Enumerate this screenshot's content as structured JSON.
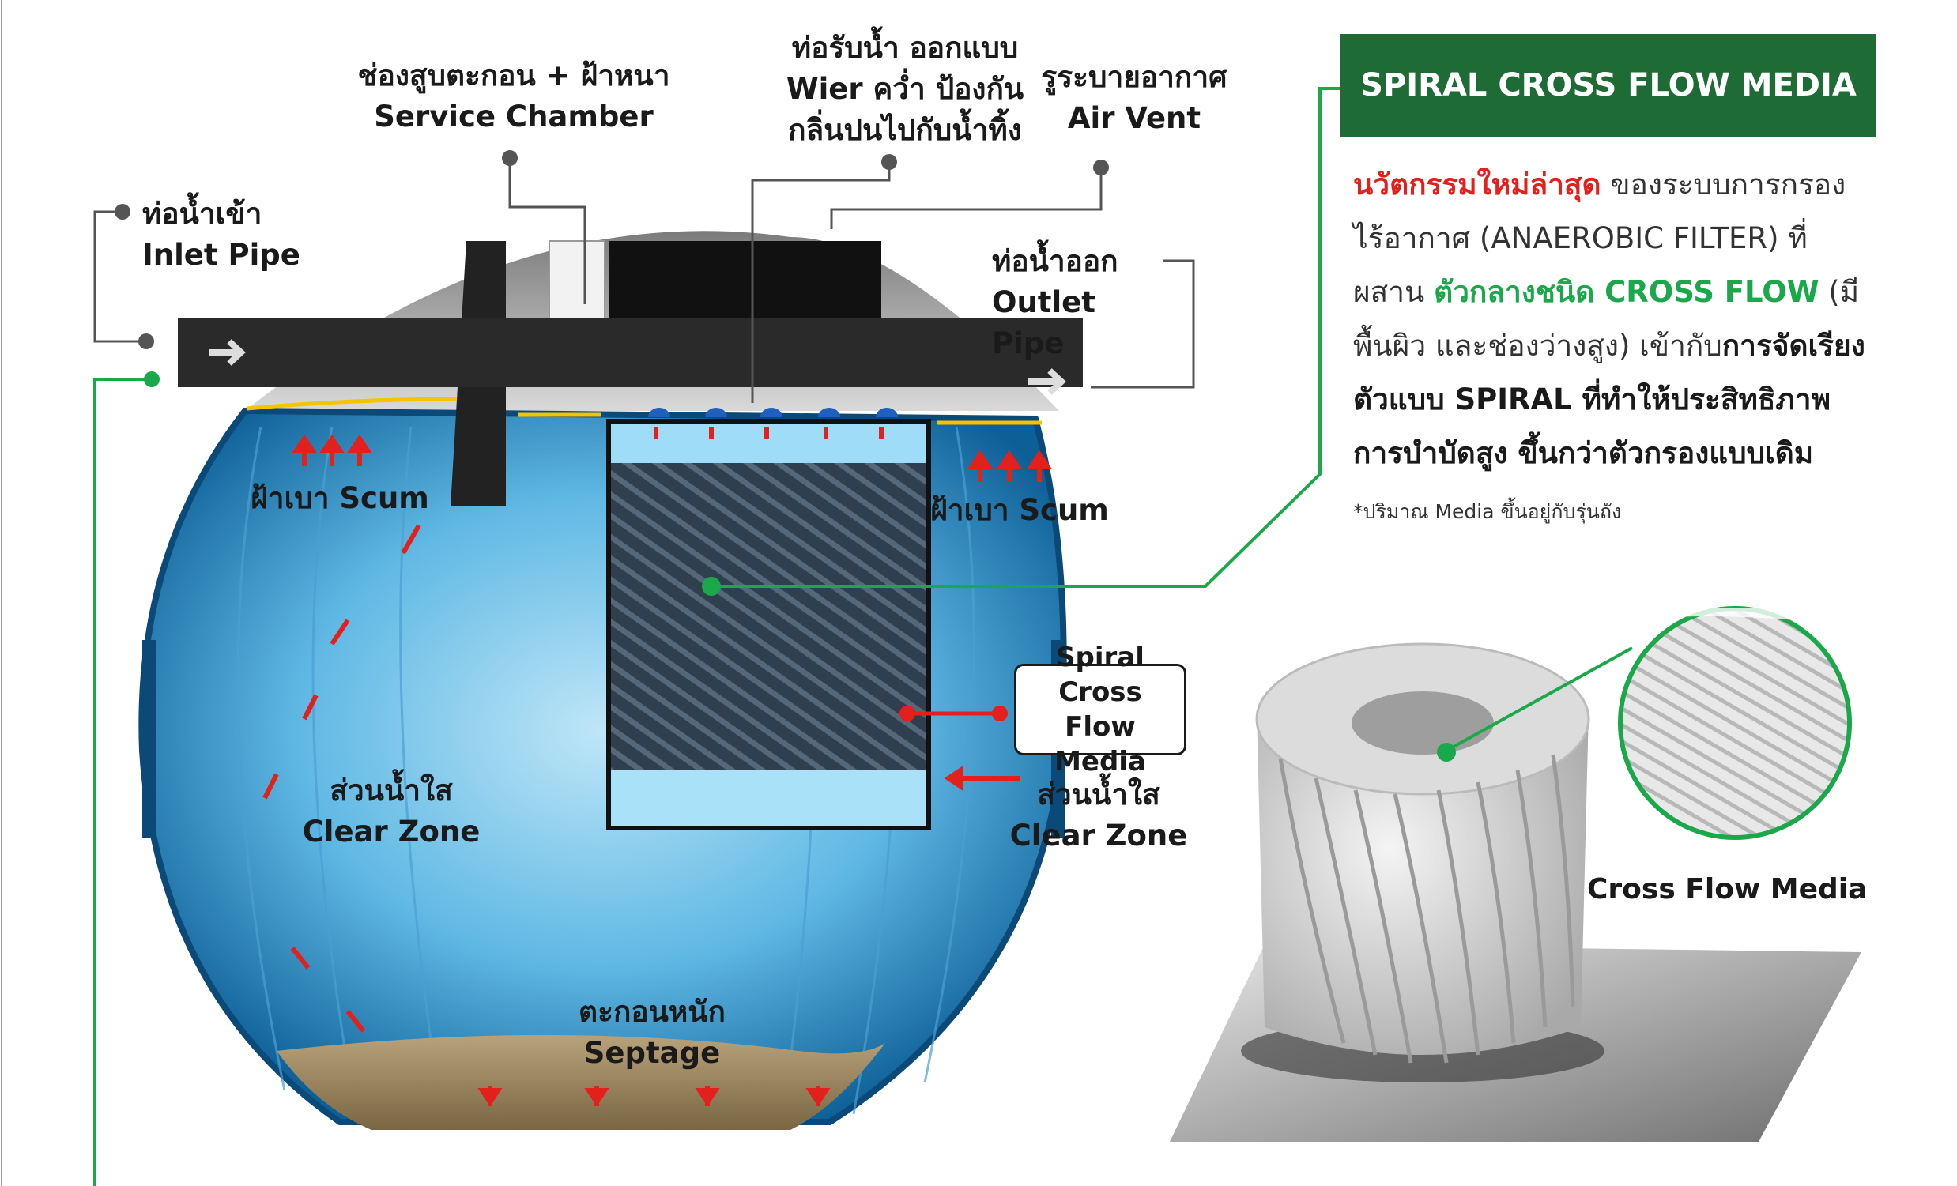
{
  "labels": {
    "service_chamber": {
      "th": "ช่องสูบตะกอน + ฝ้าหนา",
      "en": "Service Chamber"
    },
    "weir_pipe": {
      "line1": "ท่อรับน้ำ ออกแบบ",
      "line2": "Wier คว่ำ ป้องกัน",
      "line3": "กลิ่นปนไปกับน้ำทิ้ง"
    },
    "air_vent": {
      "th": "รูระบายอากาศ",
      "en": "Air Vent"
    },
    "inlet_pipe": {
      "th": "ท่อน้ำเข้า",
      "en": "Inlet Pipe"
    },
    "outlet_pipe": {
      "th": "ท่อน้ำออก",
      "en": "Outlet Pipe"
    },
    "scum_left": "ฝ้าเบา Scum",
    "scum_right": "ฝ้าเบา Scum",
    "clear_zone_left": {
      "th": "ส่วนน้ำใส",
      "en": "Clear Zone"
    },
    "clear_zone_right": {
      "th": "ส่วนน้ำใส",
      "en": "Clear Zone"
    },
    "septage": {
      "th": "ตะกอนหนัก",
      "en": "Septage"
    },
    "spiral_callout": {
      "line1": "Spiral Cross",
      "line2": "Flow Media"
    }
  },
  "panel": {
    "title": "SPIRAL CROSS FLOW MEDIA",
    "p1_red": "นวัตกรรมใหม่ล่าสุด",
    "p1_rest": " ของระบบการกรอง ไร้อากาศ (ANAEROBIC FILTER) ที่ผสาน ",
    "p2_green": "ตัวกลางชนิด CROSS FLOW",
    "p2_rest": " (มีพื้นผิว และช่องว่างสูง) เข้ากับ",
    "p3_bold": "การจัดเรียงตัวแบบ SPIRAL ที่ทำให้ประสิทธิภาพการบำบัดสูง ขึ้นกว่าตัวกรองแบบเดิม",
    "note": "*ปริมาณ Media ขึ้นอยู่กับรุ่นถัง"
  },
  "media_caption": "Cross Flow Media",
  "colors": {
    "panel_green": "#1e6b36",
    "accent_green": "#1aa84a",
    "accent_red": "#e3201b",
    "tank_blue": "#1f8fd0",
    "pipe_dark": "#2a2a2a"
  }
}
